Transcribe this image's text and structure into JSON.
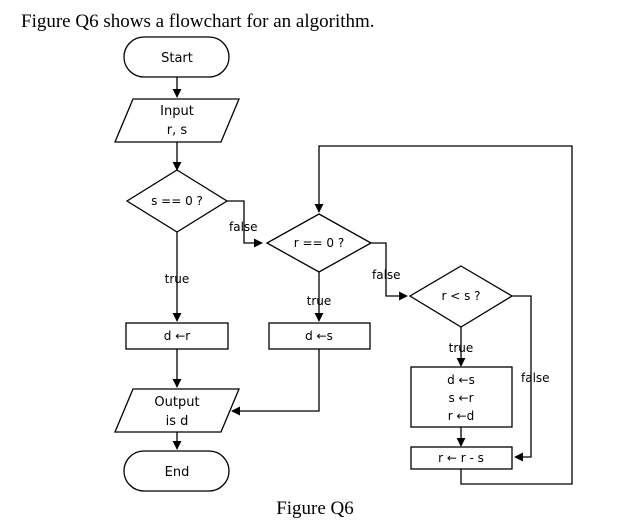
{
  "intro": "Figure Q6 shows a flowchart for an algorithm.",
  "caption": "Figure Q6",
  "nodes": {
    "start": "Start",
    "input": [
      "Input",
      "r, s"
    ],
    "s_eq_0": "s == 0 ?",
    "r_eq_0": "r == 0 ?",
    "r_lt_s": "r < s ?",
    "d_r": "d ←r",
    "d_s": "d ←s",
    "swap": [
      "d ←s",
      "s ←r",
      "r ←d"
    ],
    "r_minus_s": "r ← r - s",
    "output": [
      "Output",
      "is d"
    ],
    "end": "End"
  },
  "conditions": {
    "s_false": "false",
    "s_true": "true",
    "r_false": "false",
    "r_true": "true",
    "lt_true": "true",
    "lt_false": "false"
  }
}
